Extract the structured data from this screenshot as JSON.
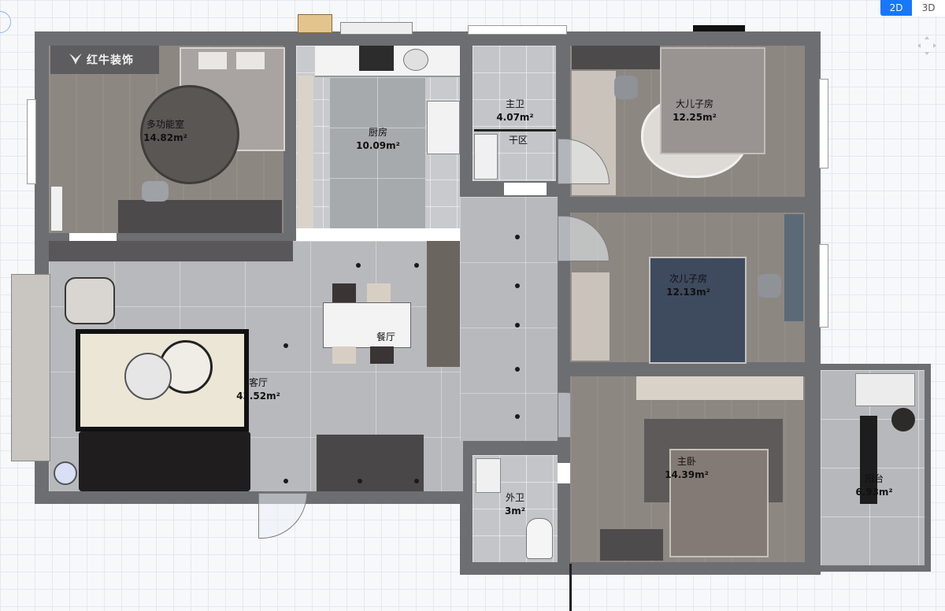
{
  "view_toggle": {
    "mode_2d": "2D",
    "mode_3d": "3D",
    "active": "2D"
  },
  "brand": {
    "logo_text": "红牛装饰"
  },
  "rooms": {
    "multi": {
      "name": "多功能室",
      "area": "14.82m²"
    },
    "kitchen": {
      "name": "厨房",
      "area": "10.09m²"
    },
    "master_bath": {
      "name": "主卫",
      "area": "4.07m²"
    },
    "dry_area": {
      "name": "干区"
    },
    "eldest_son": {
      "name": "大儿子房",
      "area": "12.25m²"
    },
    "second_son": {
      "name": "次儿子房",
      "area": "12.13m²"
    },
    "dining": {
      "name": "餐厅"
    },
    "living": {
      "name": "客厅",
      "area": "43.52m²"
    },
    "master_bed": {
      "name": "主卧",
      "area": "14.39m²"
    },
    "balcony": {
      "name": "阳台",
      "area": "6.93m²"
    },
    "guest_bath": {
      "name": "外卫",
      "area": "3m²"
    }
  },
  "icons": {
    "pan": "arrows-icon",
    "brand": "bull-logo-icon"
  },
  "colors": {
    "accent": "#1677ff",
    "wall": "#6d6e71",
    "wood_floor": "#8d8782",
    "tile_floor": "#b7b9bc"
  }
}
